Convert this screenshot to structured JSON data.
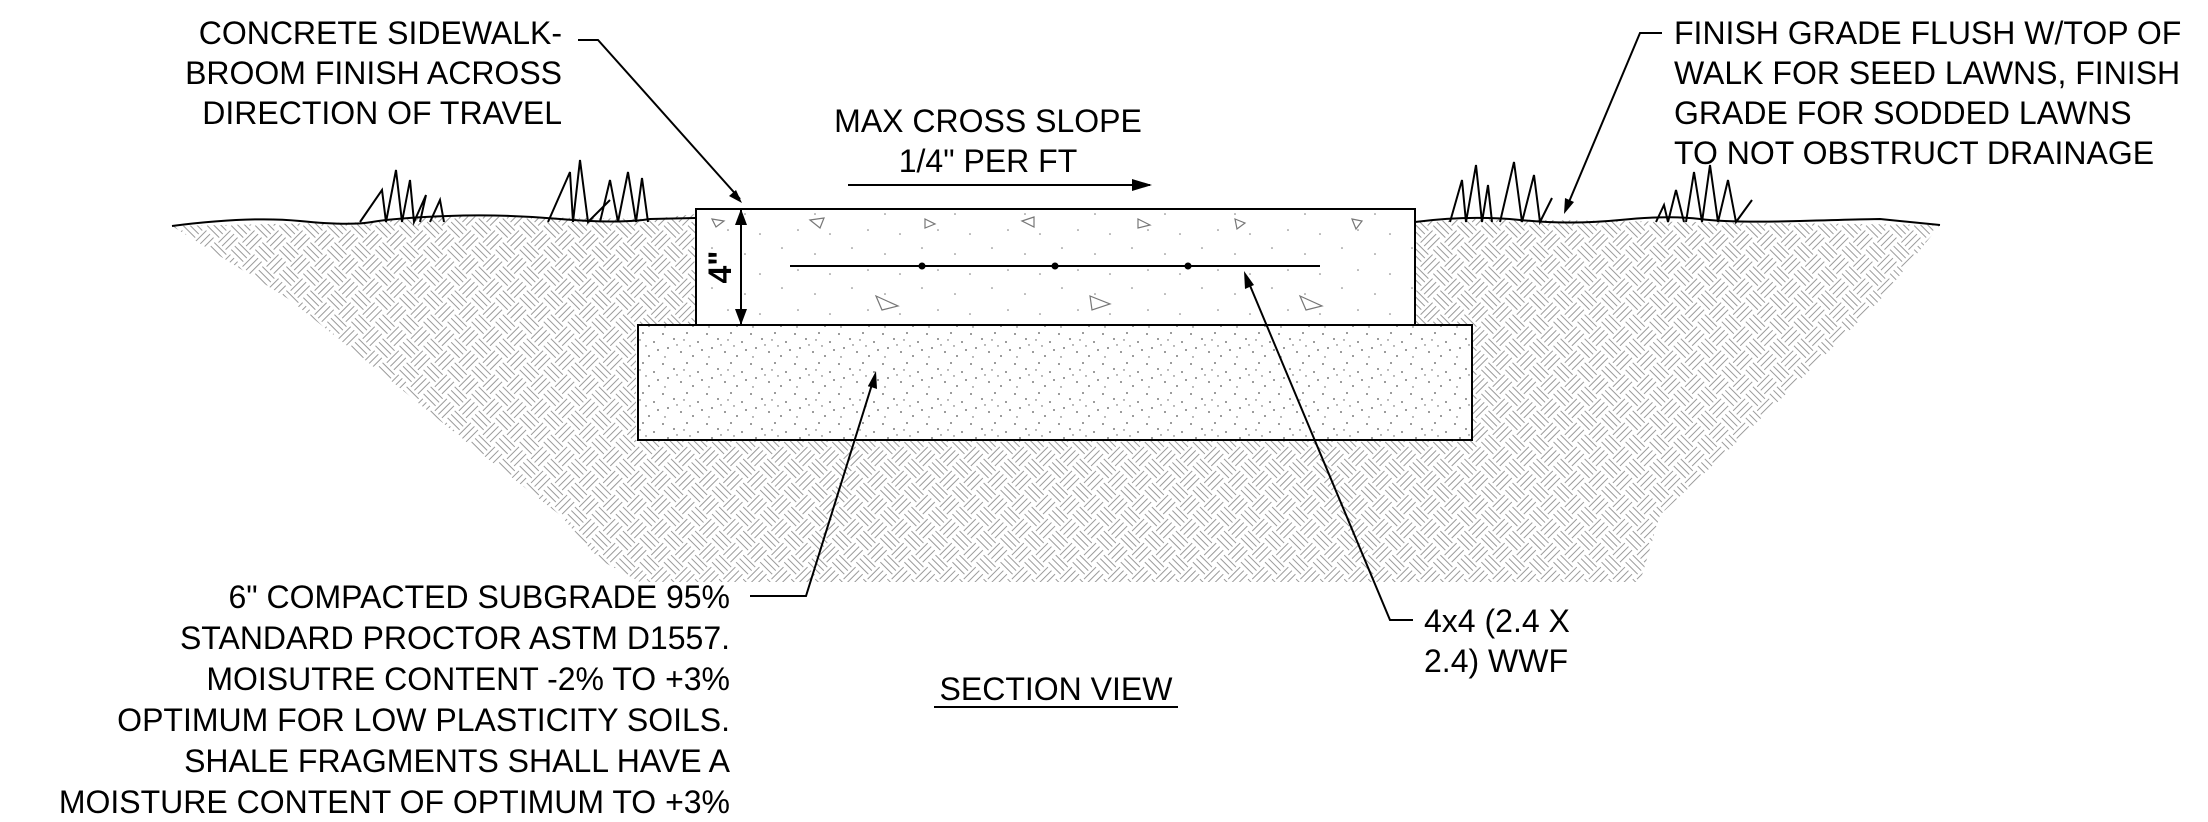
{
  "labels": {
    "sidewalk": [
      "CONCRETE SIDEWALK-",
      "BROOM FINISH ACROSS",
      "DIRECTION OF TRAVEL"
    ],
    "grade": [
      "FINISH GRADE FLUSH W/TOP OF",
      "WALK FOR SEED LAWNS, FINISH",
      "GRADE FOR SODDED LAWNS",
      "TO NOT OBSTRUCT DRAINAGE"
    ],
    "slope": [
      "MAX CROSS SLOPE",
      "1/4\" PER FT"
    ],
    "thickness": "4\"",
    "subgrade": [
      "6\" COMPACTED SUBGRADE 95%",
      "STANDARD PROCTOR ASTM D1557.",
      "MOISUTRE CONTENT -2% TO +3%",
      "OPTIMUM FOR LOW PLASTICITY SOILS.",
      "SHALE FRAGMENTS SHALL HAVE A",
      "MOISTURE CONTENT OF OPTIMUM TO +3%"
    ],
    "wwf": [
      "4x4 (2.4 X",
      "2.4) WWF"
    ],
    "view_title": "SECTION VIEW"
  }
}
